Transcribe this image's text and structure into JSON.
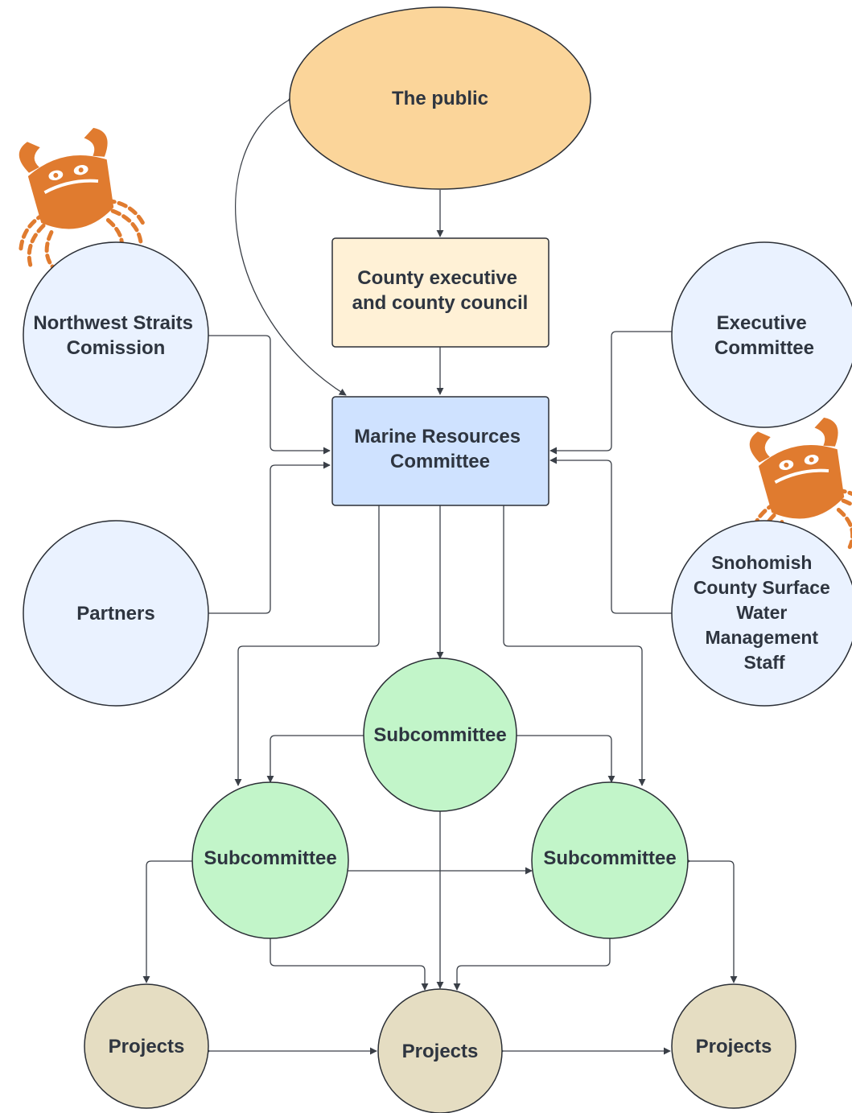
{
  "nodes": {
    "public": {
      "label": [
        "The public"
      ],
      "fill": "#fbd59a"
    },
    "county": {
      "label": [
        "County executive",
        "and county council"
      ],
      "fill": "#fff1d6"
    },
    "mrc": {
      "label": [
        "Marine Resources",
        "Committee"
      ],
      "fill": "#cfe2ff"
    },
    "nwsc": {
      "label": [
        "Northwest Straits",
        "Comission"
      ],
      "fill": "#eaf2ff"
    },
    "exec": {
      "label": [
        "Executive",
        "Committee"
      ],
      "fill": "#eaf2ff"
    },
    "partners": {
      "label": [
        "Partners"
      ],
      "fill": "#eaf2ff"
    },
    "swm": {
      "label": [
        "Snohomish",
        "County Surface",
        "Water",
        "Management",
        "Staff"
      ],
      "fill": "#eaf2ff"
    },
    "sub_top": {
      "label": [
        "Subcommittee"
      ],
      "fill": "#c2f5c9"
    },
    "sub_left": {
      "label": [
        "Subcommittee"
      ],
      "fill": "#c2f5c9"
    },
    "sub_right": {
      "label": [
        "Subcommittee"
      ],
      "fill": "#c2f5c9"
    },
    "proj_left": {
      "label": [
        "Projects"
      ],
      "fill": "#e5ddc2"
    },
    "proj_mid": {
      "label": [
        "Projects"
      ],
      "fill": "#e5ddc2"
    },
    "proj_right": {
      "label": [
        "Projects"
      ],
      "fill": "#e5ddc2"
    }
  },
  "colors": {
    "stroke": "#2b2f36",
    "connector": "#3a3f47",
    "crab_accent": "#e07b2f"
  },
  "icons": [
    "crab-icon",
    "crab-icon"
  ]
}
